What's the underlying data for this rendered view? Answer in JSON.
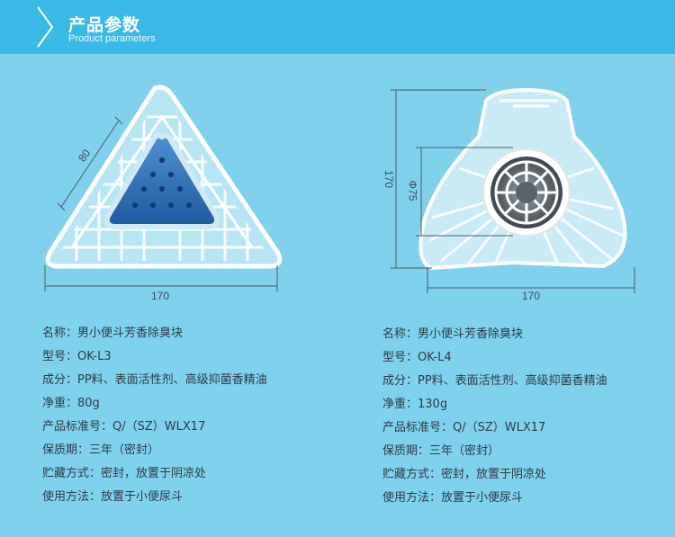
{
  "header": {
    "title_cn": "产品参数",
    "title_en": "Product parameters"
  },
  "left_product": {
    "dim_width": "170",
    "dim_side": "80",
    "specs": [
      "名称：男小便斗芳香除臭块",
      "型号：OK-L3",
      "成分：PP料、表面活性剂、高级抑菌香精油",
      "净重：80g",
      "产品标准号：Q/（SZ）WLX17",
      "保质期：三年（密封）",
      "贮藏方式：密封，放置于阴凉处",
      "使用方法：放置于小便尿斗"
    ]
  },
  "right_product": {
    "dim_width": "170",
    "dim_height": "170",
    "dim_diameter": "Φ75",
    "specs": [
      "名称：男小便斗芳香除臭块",
      "型号：OK-L4",
      "成分：PP料、表面活性剂、高级抑菌香精油",
      "净重：130g",
      "产品标准号：Q/（SZ）WLX17",
      "保质期：三年（密封）",
      "贮藏方式：密封，放置于阴凉处",
      "使用方法：放置于小便尿斗"
    ]
  },
  "colors": {
    "background": "#7fd1ec",
    "header": "#38b9e6",
    "screen": "#eaf8fc",
    "block_blue": "#2f6fb4"
  }
}
